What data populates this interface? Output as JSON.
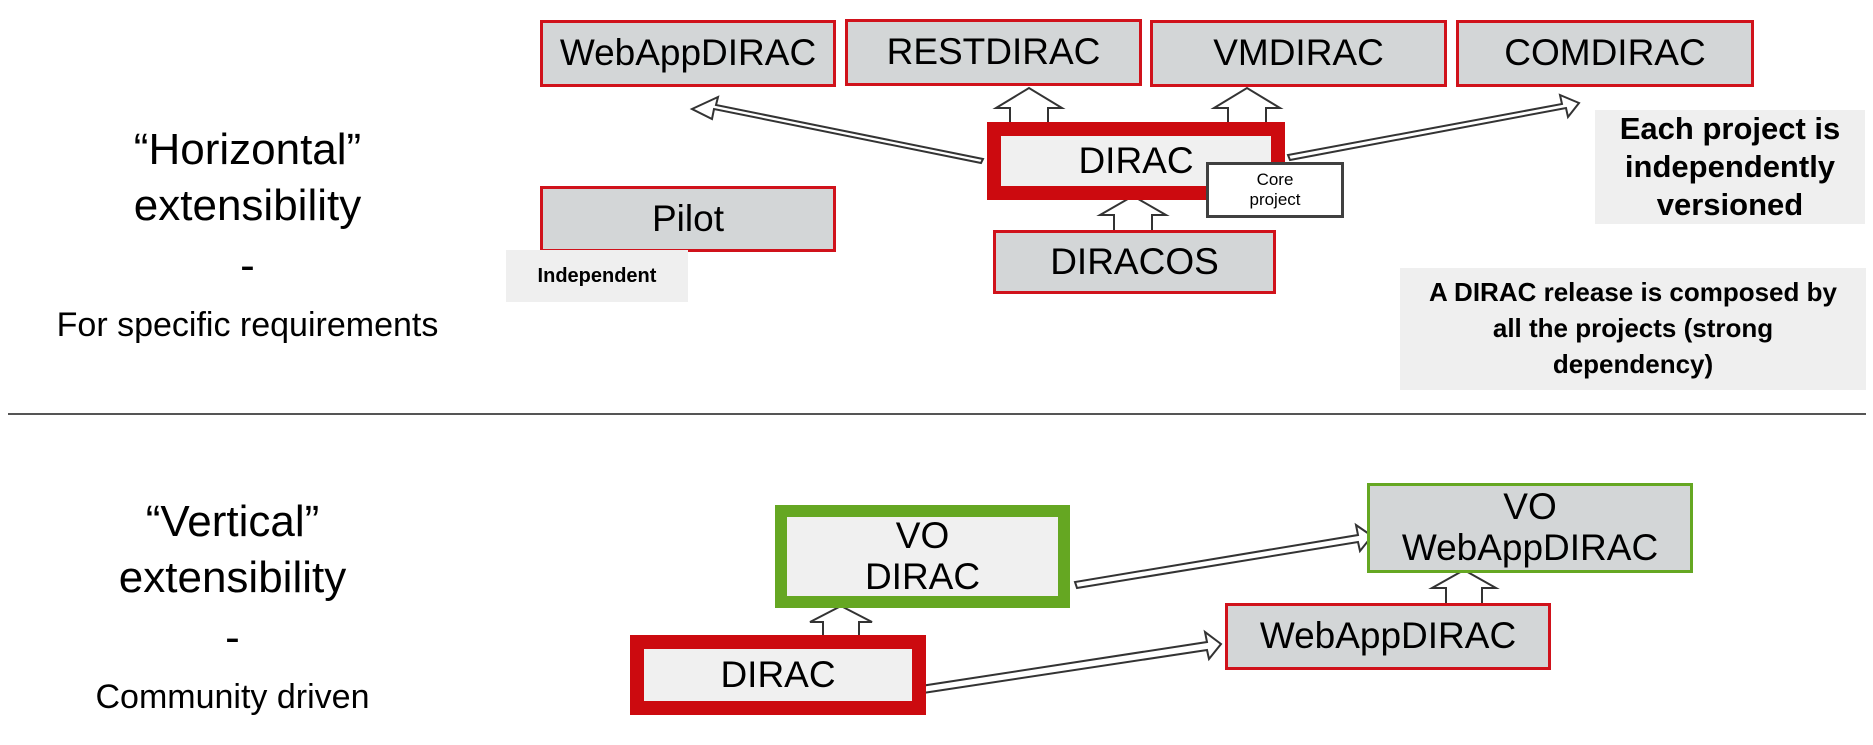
{
  "horizontal": {
    "title_line1": "“Horizontal”",
    "title_line2": "extensibility",
    "dash": "-",
    "subtitle": "For specific requirements"
  },
  "vertical": {
    "title_line1": "“Vertical”",
    "title_line2": "extensibility",
    "dash": "-",
    "subtitle": "Community driven"
  },
  "top_boxes": {
    "webapp": "WebAppDIRAC",
    "rest": "RESTDIRAC",
    "vm": "VMDIRAC",
    "com": "COMDIRAC"
  },
  "dirac": "DIRAC",
  "core_project": "Core project",
  "diracos": "DIRACOS",
  "pilot": "Pilot",
  "independent": "Independent",
  "notes": {
    "versioned": "Each project is independently versioned",
    "release": "A DIRAC release is composed by all the projects (strong dependency)"
  },
  "bottom": {
    "vo_dirac_line1": "VO",
    "vo_dirac_line2": "DIRAC",
    "dirac": "DIRAC",
    "webapp": "WebAppDIRAC",
    "vo_webapp_line1": "VO",
    "vo_webapp_line2": "WebAppDIRAC"
  },
  "colors": {
    "red": "#d0121b",
    "green": "#65a722",
    "box_fill": "#d3d6d7",
    "note_fill": "#efefef"
  }
}
